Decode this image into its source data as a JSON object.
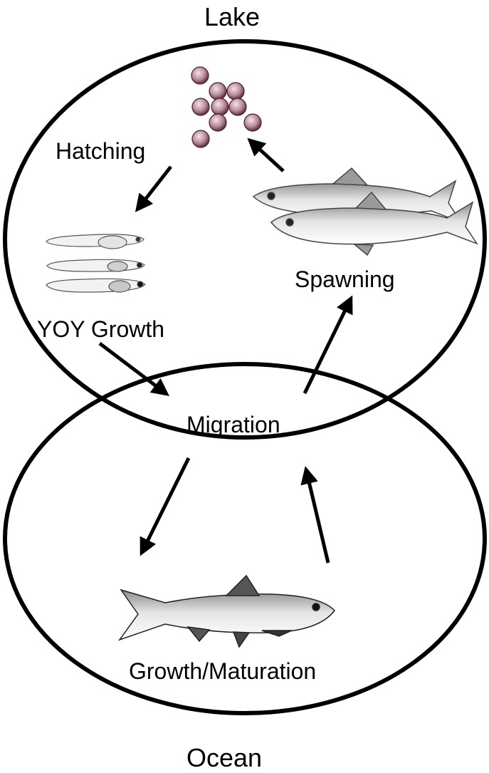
{
  "zones": {
    "top": "Lake",
    "bottom": "Ocean"
  },
  "stages": {
    "hatching": "Hatching",
    "yoy_growth": "YOY Growth",
    "migration": "Migration",
    "spawning": "Spawning",
    "growth_maturation": "Growth/Maturation"
  },
  "colors": {
    "stroke": "#000000",
    "egg": "#b07888",
    "fish": "#c8c8c8"
  }
}
